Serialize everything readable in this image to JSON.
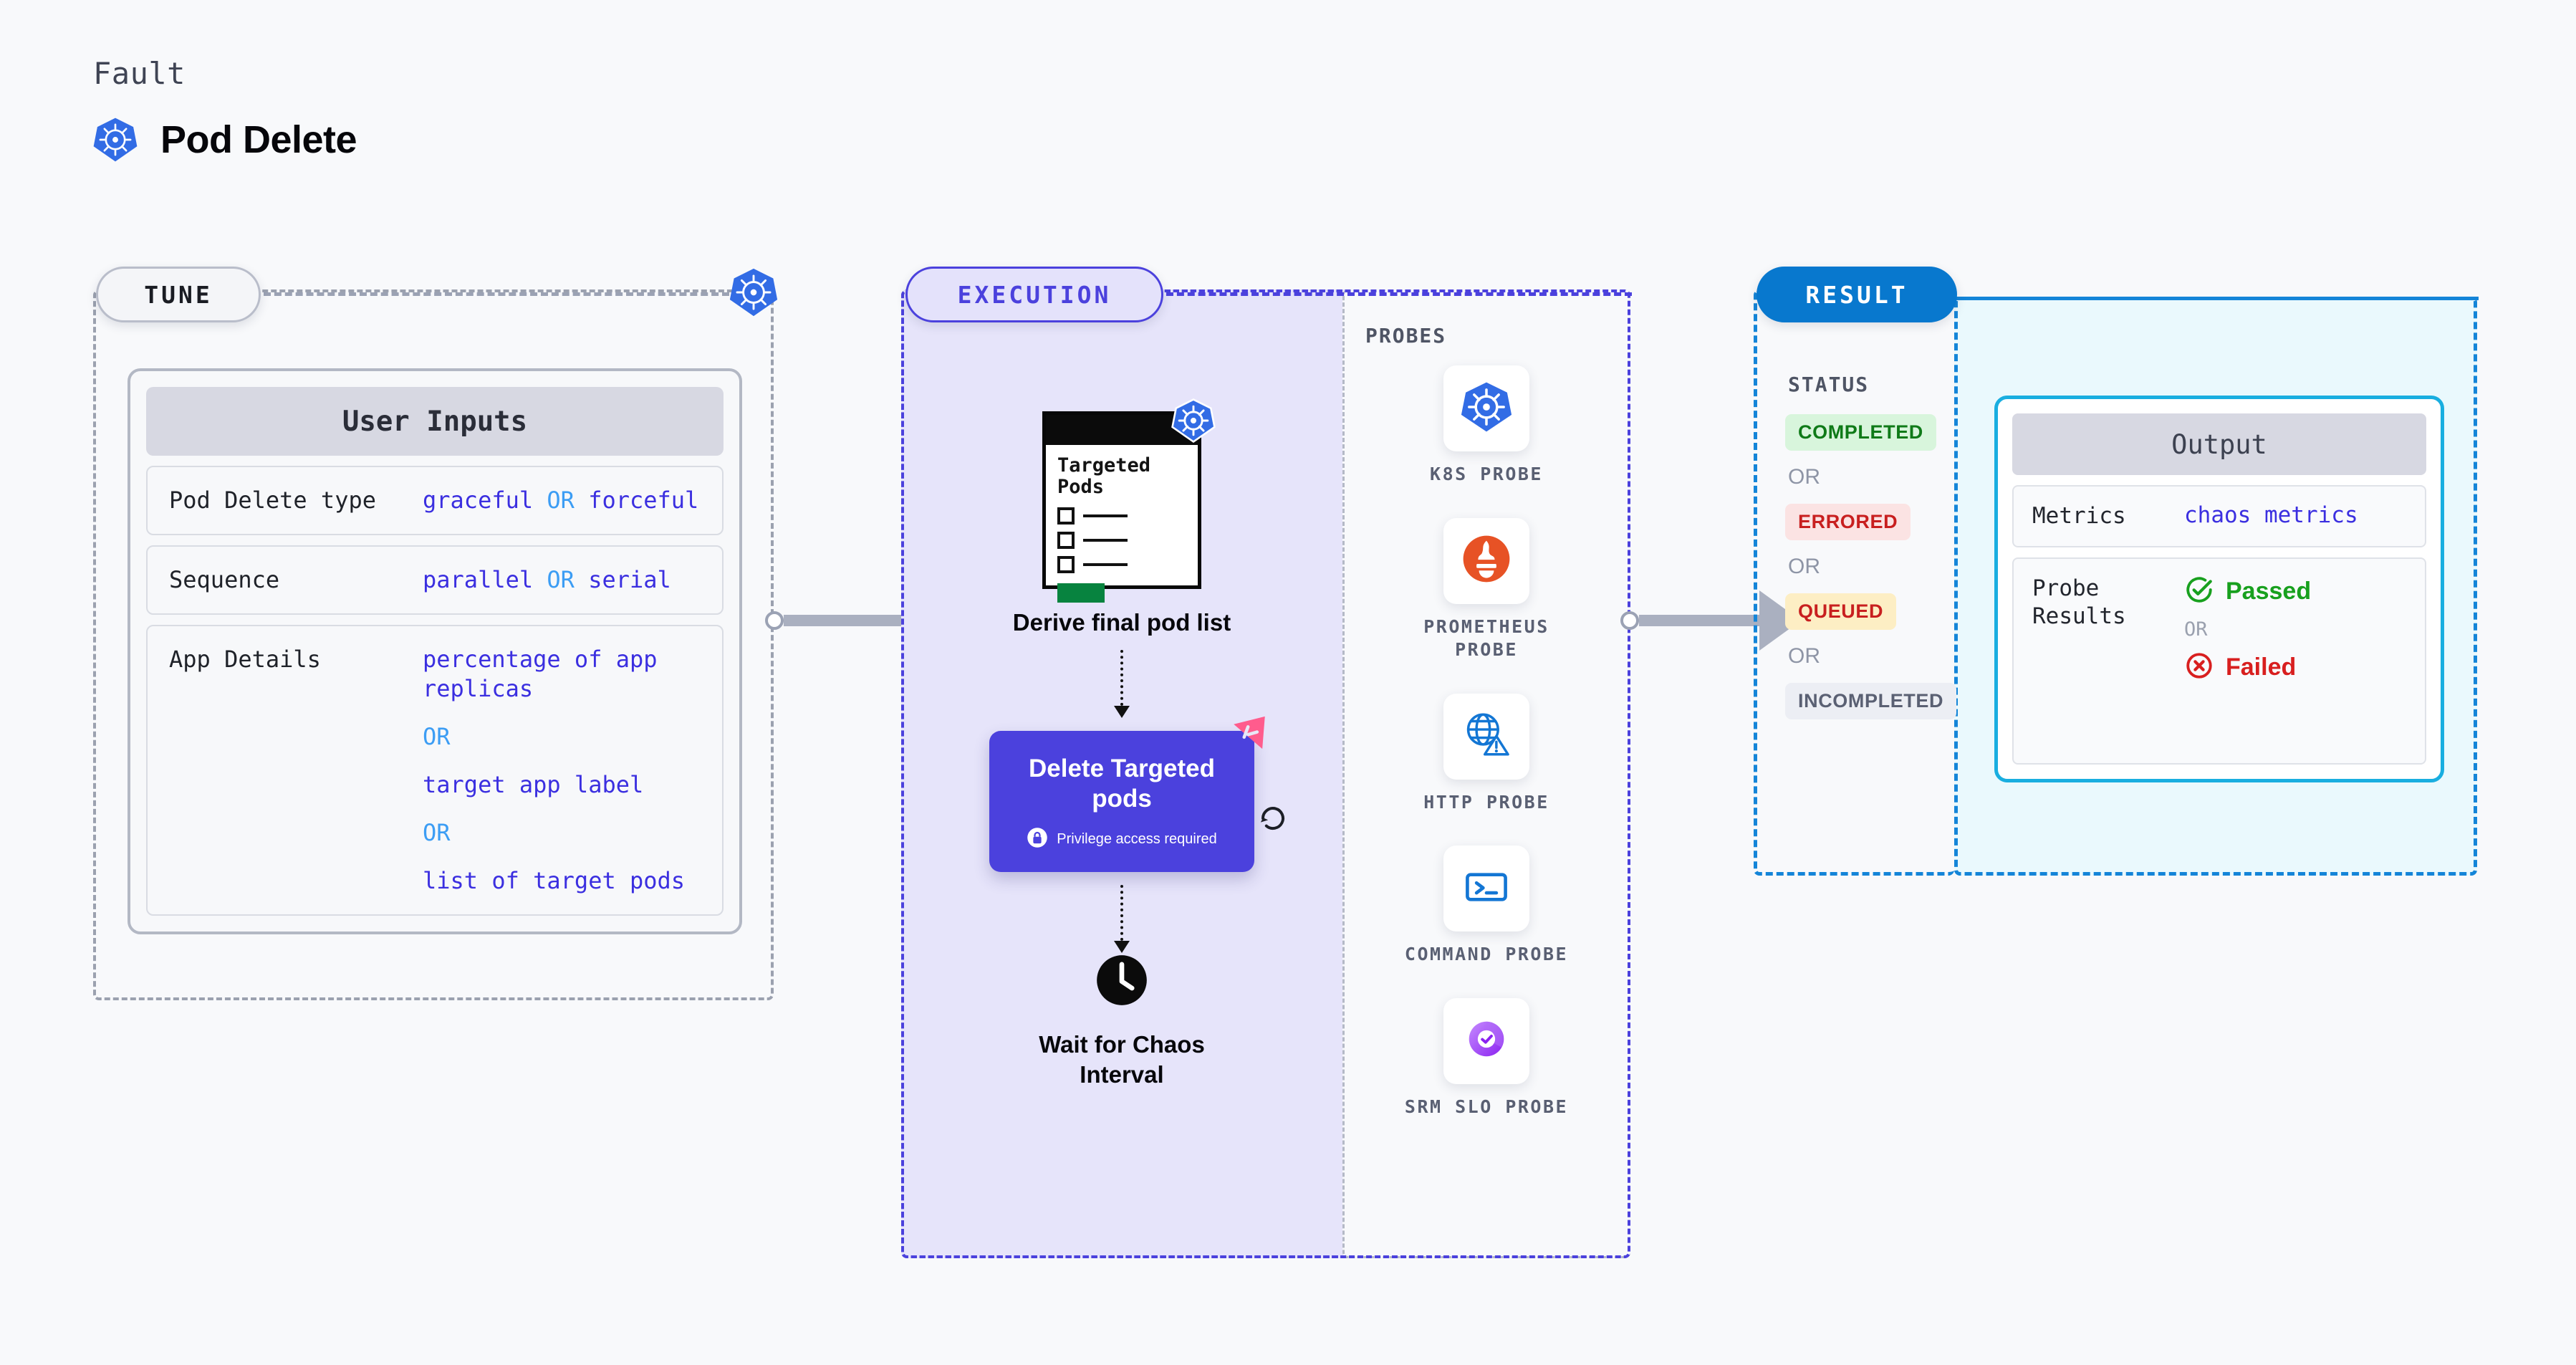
{
  "header": {
    "eyebrow": "Fault",
    "title": "Pod Delete",
    "icon": "kubernetes-icon"
  },
  "tune": {
    "pill_label": "TUNE",
    "boundary_icon": "kubernetes-icon",
    "card": {
      "heading": "User Inputs",
      "rows": [
        {
          "key": "Pod Delete type",
          "value_left": "graceful",
          "or": "OR",
          "value_right": "forceful"
        },
        {
          "key": "Sequence",
          "value_left": "parallel",
          "or": "OR",
          "value_right": "serial"
        }
      ],
      "app_details": {
        "key": "App Details",
        "options": [
          "percentage of app replicas",
          "target app label",
          "list of target pods"
        ],
        "or": "OR"
      }
    }
  },
  "execution": {
    "pill_label": "EXECUTION",
    "nodes": [
      {
        "card_title": "Targeted Pods",
        "badge_icon": "kubernetes-icon",
        "caption": "Derive final pod list",
        "checklist_items": 3
      },
      {
        "title": "Delete Targeted pods",
        "privilege_note": "Privilege access required",
        "privilege_icon": "lock-icon",
        "corner_icon": "harness-logo-icon",
        "loop_icon": "refresh-loop-icon",
        "color": "#4b41dd"
      },
      {
        "icon": "clock-icon",
        "caption": "Wait for Chaos Interval"
      }
    ]
  },
  "probes": {
    "section_label": "PROBES",
    "items": [
      {
        "name": "K8S PROBE",
        "icon": "kubernetes-icon"
      },
      {
        "name": "PROMETHEUS PROBE",
        "icon": "prometheus-icon"
      },
      {
        "name": "HTTP PROBE",
        "icon": "http-globe-warning-icon"
      },
      {
        "name": "COMMAND PROBE",
        "icon": "terminal-prompt-icon"
      },
      {
        "name": "SRM SLO PROBE",
        "icon": "srm-slo-donut-check-icon"
      }
    ]
  },
  "result": {
    "pill_label": "RESULT",
    "status_label": "STATUS",
    "or": "OR",
    "statuses": [
      {
        "label": "COMPLETED",
        "bg": "#d8f5dc",
        "fg": "#0f7a18"
      },
      {
        "label": "ERRORED",
        "bg": "#fbe3e3",
        "fg": "#c81f1f"
      },
      {
        "label": "QUEUED",
        "bg": "#fdeec4",
        "fg": "#c81f1f"
      },
      {
        "label": "INCOMPLETED",
        "bg": "#eceef4",
        "fg": "#5a6073"
      }
    ],
    "output": {
      "heading": "Output",
      "metrics_key": "Metrics",
      "metrics_value": "chaos metrics",
      "probe_results_key": "Probe Results",
      "passed_label": "Passed",
      "failed_label": "Failed",
      "or": "OR",
      "passed_icon": "check-circle-icon",
      "failed_icon": "x-circle-icon",
      "accent": "#19aee0"
    }
  },
  "connectors": {
    "tune_to_execution": "arrow-right-icon",
    "execution_to_result": "arrow-right-icon"
  }
}
